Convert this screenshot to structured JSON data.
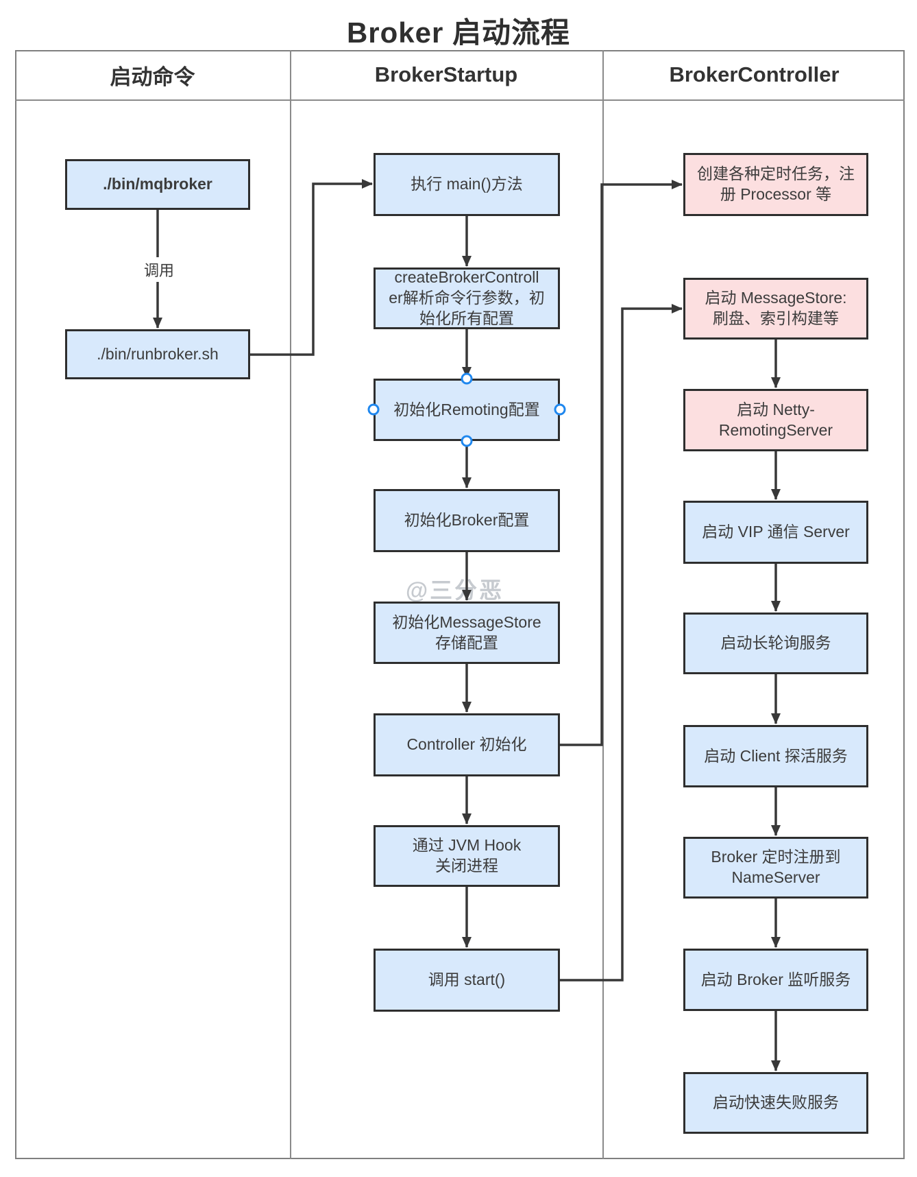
{
  "title": "Broker 启动流程",
  "watermark": "@三分恶",
  "table": {
    "headers": [
      "启动命令",
      "BrokerStartup",
      "BrokerController"
    ]
  },
  "edges": {
    "invoke_label": "调用"
  },
  "nodes": {
    "mqbroker": "./bin/mqbroker",
    "runbroker": "./bin/runbroker.sh",
    "main": "执行 main()方法",
    "create_controller": "createBrokerControll\ner解析命令行参数，初\n始化所有配置",
    "remoting_config": "初始化Remoting配置",
    "broker_config": "初始化Broker配置",
    "messagestore_config": "初始化MessageStore\n存储配置",
    "controller_init": "Controller 初始化",
    "jvm_hook": "通过 JVM Hook\n关闭进程",
    "call_start": "调用 start()",
    "timer_tasks": "创建各种定时任务，注\n册 Processor 等",
    "start_messagestore": "启动 MessageStore:\n刷盘、索引构建等",
    "netty_server": "启动 Netty-\nRemotingServer",
    "vip_server": "启动 VIP 通信 Server",
    "long_polling": "启动长轮询服务",
    "client_probe": "启动 Client 探活服务",
    "register_nameserver": "Broker 定时注册到\nNameServer",
    "broker_listen": "启动 Broker 监听服务",
    "fast_fail": "启动快速失败服务"
  },
  "colors": {
    "node_blue": "#d8e9fc",
    "node_pink": "#fcdfe0",
    "node_border": "#2e2e2e",
    "connector": "#383838",
    "table_line": "#8a8a8a",
    "selection_handle": "#1f87ee",
    "text": "#3c3c3c"
  }
}
